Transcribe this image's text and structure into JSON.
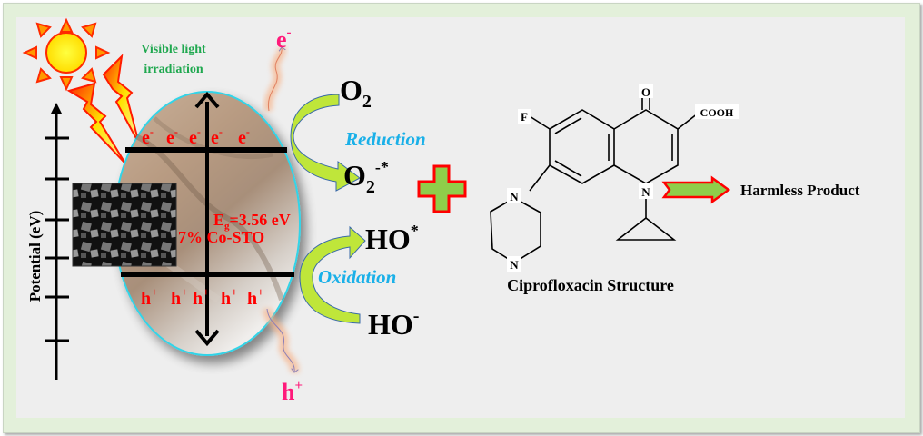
{
  "light": {
    "label_line1": "Visible light",
    "label_line2": "irradiation",
    "label_color": "#1fa84f"
  },
  "axis": {
    "label": "Potential (eV)",
    "tick_count": 6
  },
  "band": {
    "electrons": [
      "e",
      "e",
      "e",
      "e",
      "e"
    ],
    "electron_sup": "-",
    "holes": [
      "h",
      "h",
      "h",
      "h",
      "h"
    ],
    "hole_sup": "+",
    "bandgap_main": "E",
    "bandgap_sub": "g",
    "bandgap_value": "=3.56 eV",
    "material": "7% Co-STO",
    "label_color": "#ff0000"
  },
  "carriers": {
    "electron": "e",
    "electron_sup": "-",
    "hole": "h",
    "hole_sup": "+",
    "color": "#ff1a7a"
  },
  "reduction": {
    "label": "Reduction",
    "reactant": "O",
    "reactant_sub": "2",
    "product": "O",
    "product_sub": "2",
    "product_sup": "-*",
    "color": "#1ab0e8"
  },
  "oxidation": {
    "label": "Oxidation",
    "reactant": "HO",
    "reactant_sup": "-",
    "product": "HO",
    "product_sup": "*",
    "color": "#1ab0e8"
  },
  "molecule": {
    "caption": "Ciprofloxacin Structure",
    "atoms": {
      "fluorine": "F",
      "oxygen": "O",
      "carboxyl": "COOH",
      "nitrogen": "N"
    }
  },
  "result": {
    "label": "Harmless Product"
  },
  "colors": {
    "arrow_fill": "#bfe63a",
    "plus_fill": "#8fce4a",
    "plus_stroke": "#ff0000",
    "sun_fill": "#ffee00",
    "sun_stroke": "#ff2a00"
  }
}
